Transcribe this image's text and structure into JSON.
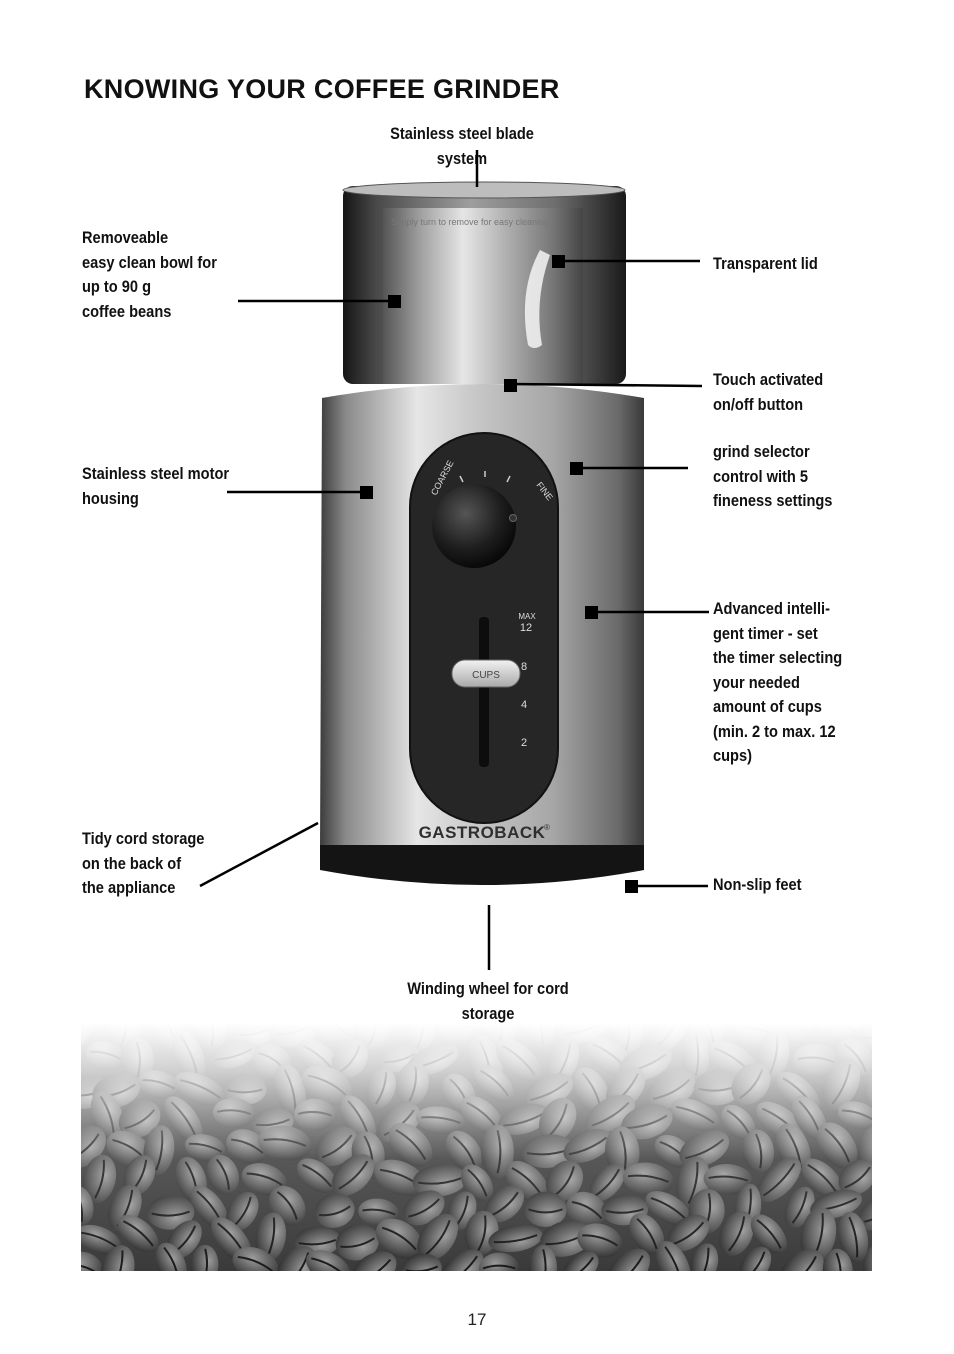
{
  "page": {
    "title": "KNOWING YOUR COFFEE GRINDER",
    "page_number": "17"
  },
  "labels": {
    "blade_system": "Stainless steel blade system",
    "bowl": "Removeable\neasy clean bowl for\nup to 90 g\ncoffee beans",
    "lid": "Transparent lid",
    "touch_button": "Touch activated\non/off button",
    "grind_selector": "grind selector\ncontrol with 5\nfineness settings",
    "motor_housing": "Stainless steel motor\nhousing",
    "timer": "Advanced intelli-\ngent timer - set\nthe timer selecting\nyour needed\namount of cups\n(min. 2 to max. 12\ncups)",
    "cord_storage": "Tidy cord storage\non the back of\nthe appliance",
    "feet": "Non-slip feet",
    "winding_wheel": "Winding wheel for cord storage"
  },
  "appliance": {
    "brand": "GASTROBACK",
    "trademark": "®",
    "lid_text": "Simply turn to remove for easy cleaning",
    "dial_coarse": "COARSE",
    "dial_fine": "FINE",
    "cups_button": "CUPS",
    "timer_max": "MAX",
    "timer_marks": [
      "12",
      "8",
      "4",
      "2"
    ]
  },
  "colors": {
    "text": "#111111",
    "panel": "#2a2a2a",
    "steel": "#b8b8b8",
    "base": "#151515"
  }
}
